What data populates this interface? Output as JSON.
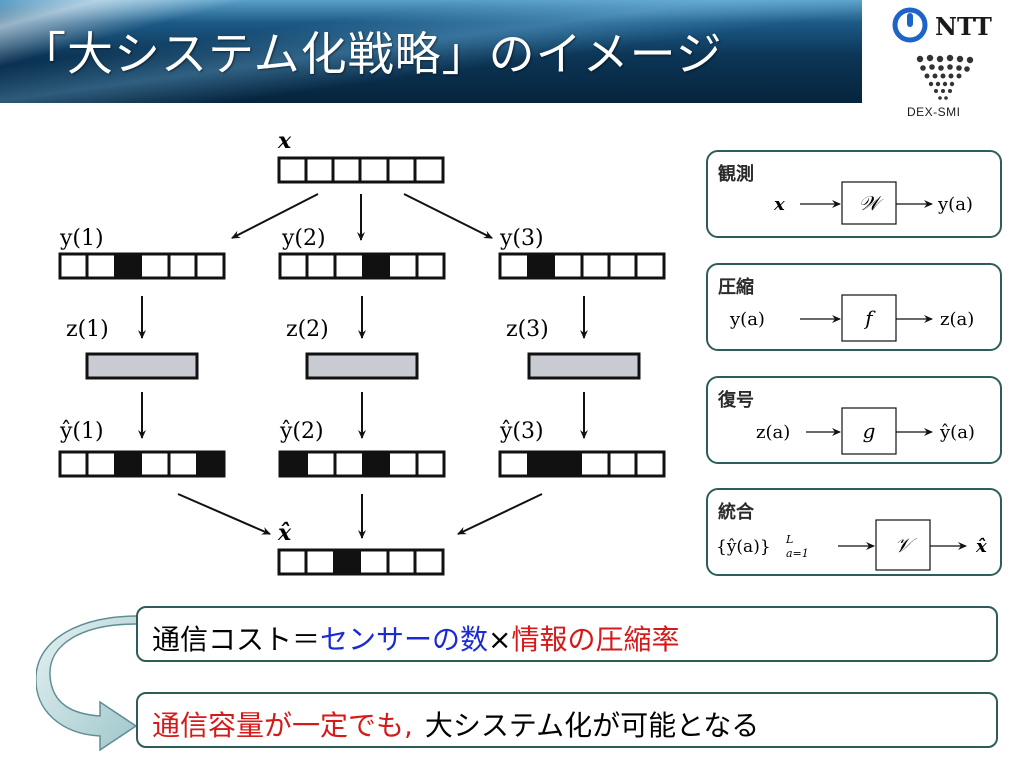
{
  "title": "「大システム化戦略」のイメージ",
  "logo": {
    "brand": "NTT",
    "subtitle": "DEX-SMI"
  },
  "diagram": {
    "top_label": "x",
    "y_labels": [
      "y(1)",
      "y(2)",
      "y(3)"
    ],
    "z_labels": [
      "z(1)",
      "z(2)",
      "z(3)"
    ],
    "yhat_labels": [
      "ŷ(1)",
      "ŷ(2)",
      "ŷ(3)"
    ],
    "bottom_label": "x̂"
  },
  "side_boxes": [
    {
      "label": "観測",
      "input": "x",
      "op": "𝒲",
      "output": "y(a)"
    },
    {
      "label": "圧縮",
      "input": "y(a)",
      "op": "f",
      "output": "z(a)"
    },
    {
      "label": "復号",
      "input": "z(a)",
      "op": "g",
      "output": "ŷ(a)"
    },
    {
      "label": "統合",
      "input": "{ŷ(a)}",
      "input_sup": "L",
      "input_sub": "a=1",
      "op": "𝒱",
      "output": "x̂"
    }
  ],
  "equation_line": {
    "part1": "通信コスト＝",
    "part2": "センサーの数",
    "part3": "×",
    "part4": "情報の圧縮率",
    "colors": {
      "black": "#000000",
      "blue": "#1a2bd6",
      "red": "#d61a1a"
    }
  },
  "conclusion_line": {
    "part1": "通信容量が一定でも,",
    "part2": "大システム化が可能となる"
  }
}
